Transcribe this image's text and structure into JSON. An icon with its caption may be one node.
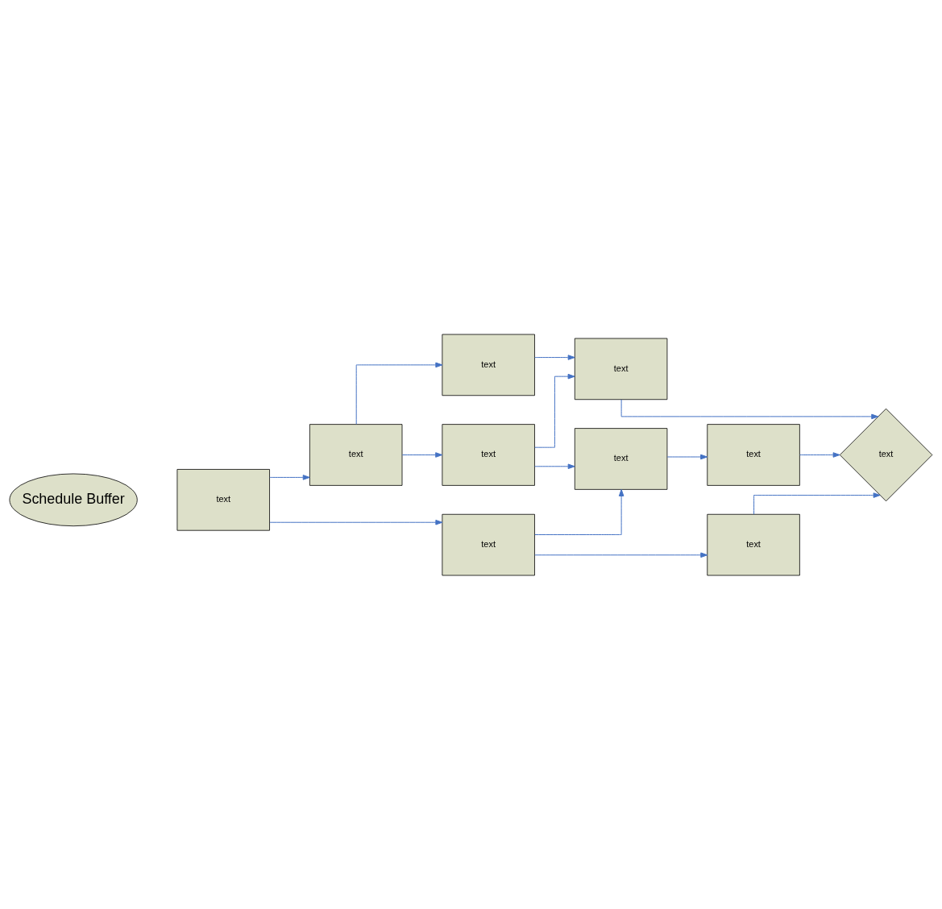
{
  "diagram": {
    "nodes": [
      {
        "text": [
          "text"
        ]
      },
      {
        "text": [
          "text"
        ]
      },
      {
        "text": [
          "text"
        ]
      },
      {
        "text": [
          "text"
        ]
      },
      {
        "text": [
          "text"
        ]
      },
      {
        "text": [
          "Schedule Buffer"
        ]
      },
      {
        "text": [
          "text"
        ]
      },
      {
        "text": [
          "text"
        ]
      },
      {
        "text": [
          "text"
        ]
      },
      {
        "text": [
          "text"
        ]
      },
      {
        "text": [
          "text"
        ]
      }
    ],
    "edges": [
      {
        "from": 6,
        "to": 1,
        "arrow": "to"
      },
      {
        "from": 1,
        "to": 0,
        "arrow": "to"
      },
      {
        "from": 1,
        "to": 3,
        "arrow": "to"
      },
      {
        "from": 0,
        "to": 2,
        "arrow": "to"
      },
      {
        "from": 3,
        "to": 2,
        "arrow": "to"
      },
      {
        "from": 2,
        "to": 4,
        "arrow": "to"
      },
      {
        "from": 3,
        "to": 7,
        "arrow": "to"
      },
      {
        "from": 6,
        "to": 9,
        "arrow": "to"
      },
      {
        "from": 9,
        "to": 7,
        "arrow": "to"
      },
      {
        "from": 7,
        "to": 8,
        "arrow": "to"
      },
      {
        "from": 8,
        "to": 4,
        "arrow": "to"
      },
      {
        "from": 9,
        "to": 10,
        "arrow": "to"
      },
      {
        "from": 10,
        "to": 4,
        "arrow": "to"
      }
    ]
  }
}
